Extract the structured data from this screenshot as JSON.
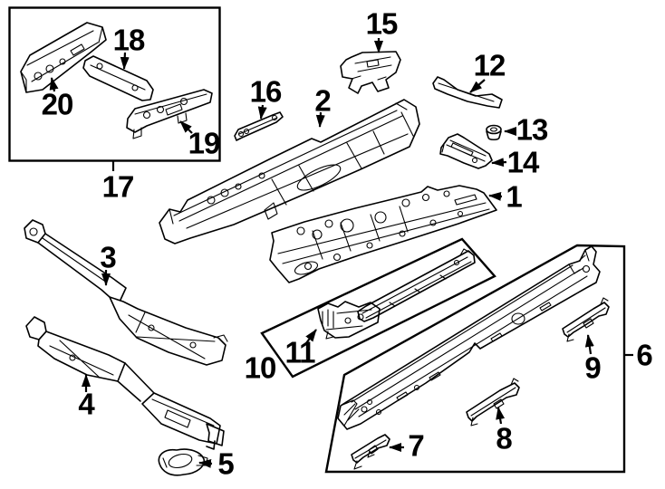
{
  "diagram": {
    "background_color": "#ffffff",
    "line_color": "#000000",
    "callouts": [
      {
        "label": "1"
      },
      {
        "label": "2"
      },
      {
        "label": "3"
      },
      {
        "label": "4"
      },
      {
        "label": "5"
      },
      {
        "label": "6"
      },
      {
        "label": "7"
      },
      {
        "label": "8"
      },
      {
        "label": "9"
      },
      {
        "label": "10"
      },
      {
        "label": "11"
      },
      {
        "label": "12"
      },
      {
        "label": "13"
      },
      {
        "label": "14"
      },
      {
        "label": "15"
      },
      {
        "label": "16"
      },
      {
        "label": "17"
      },
      {
        "label": "18"
      },
      {
        "label": "19"
      },
      {
        "label": "20"
      }
    ],
    "boxed_groups": [
      {
        "box_label": "17",
        "contains": [
          "18",
          "19",
          "20"
        ]
      },
      {
        "box_label": "10",
        "contains": [
          "11"
        ]
      },
      {
        "box_label": "6",
        "contains": [
          "7",
          "8",
          "9"
        ]
      }
    ]
  }
}
